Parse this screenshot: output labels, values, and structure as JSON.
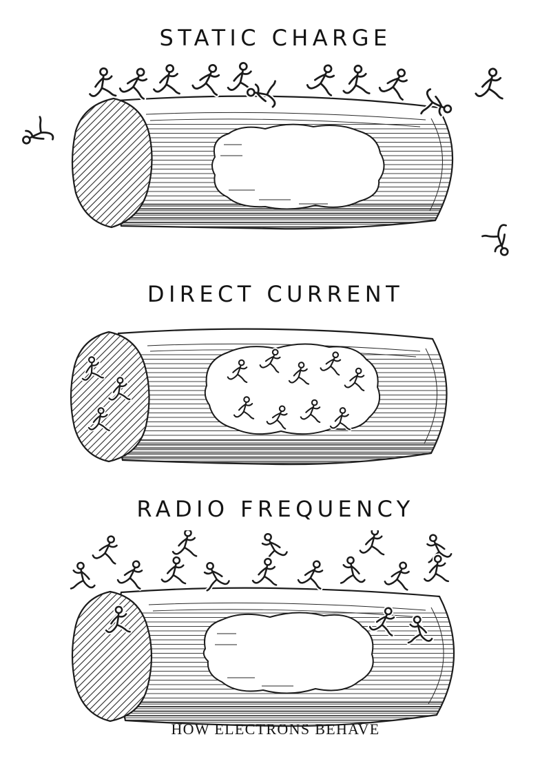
{
  "page": {
    "background": "#ffffff",
    "ink": "#1b1b1b"
  },
  "figure": {
    "panels": [
      {
        "id": "static-charge",
        "title": "STATIC CHARGE"
      },
      {
        "id": "direct-current",
        "title": "DIRECT CURRENT"
      },
      {
        "id": "radio-frequency",
        "title": "RADIO FREQUENCY"
      }
    ],
    "caption": "HOW ELECTRONS BEHAVE"
  }
}
